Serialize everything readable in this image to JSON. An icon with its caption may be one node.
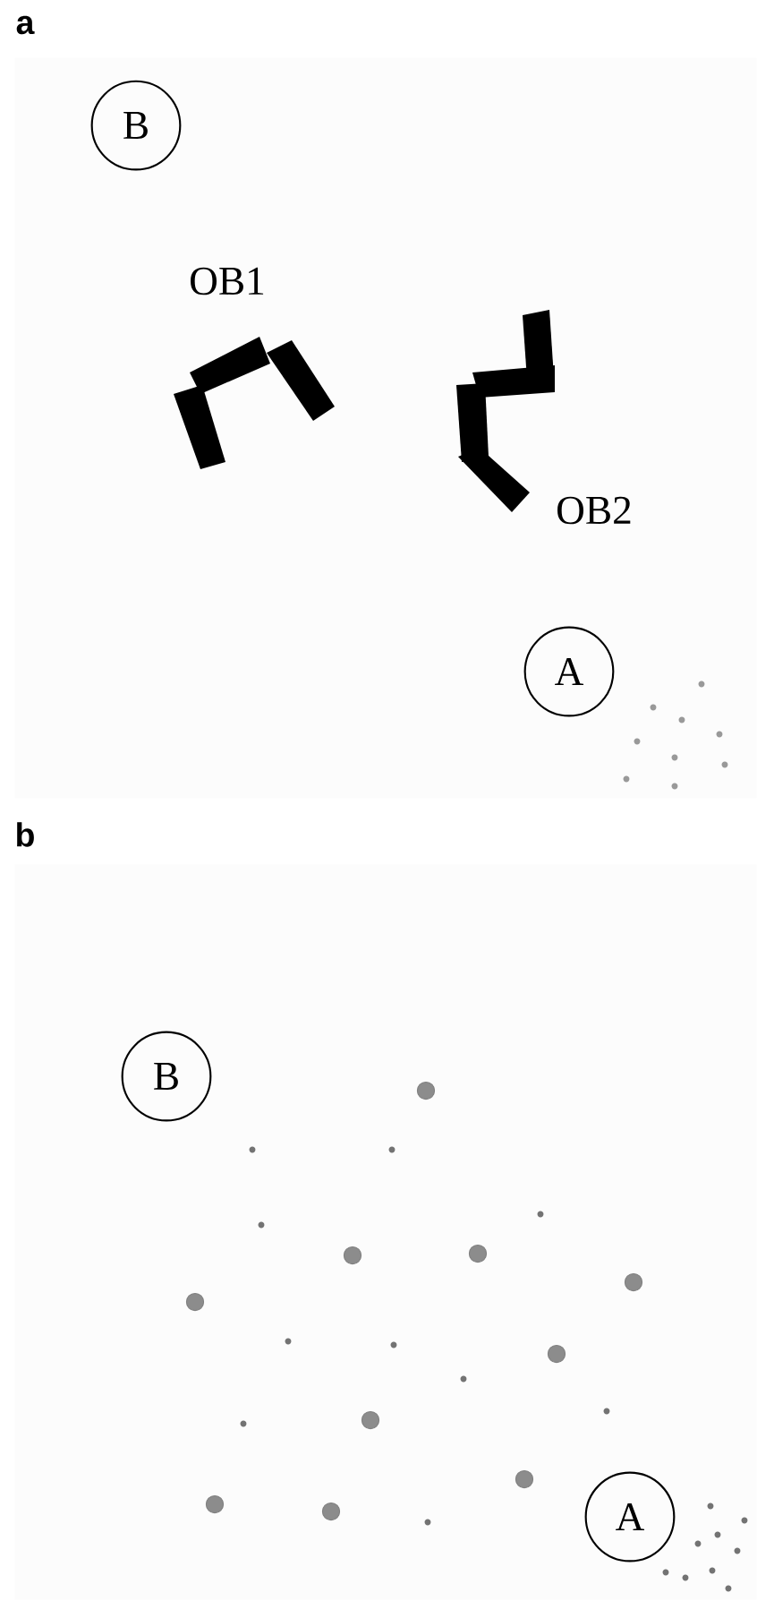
{
  "diagram": {
    "nodes": [
      {
        "text": [
          "a"
        ]
      },
      {
        "text": [
          "B"
        ],
        "in": 0
      },
      {
        "text": [
          "A"
        ],
        "in": 0
      },
      {
        "text": [
          "b"
        ]
      },
      {
        "text": [
          "B"
        ],
        "in": 3
      },
      {
        "text": [
          "A"
        ],
        "in": 3
      }
    ],
    "labels": [
      "OB1",
      "OB2"
    ]
  }
}
